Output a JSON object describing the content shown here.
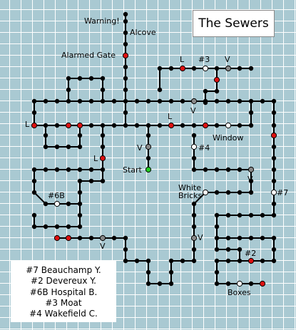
{
  "title": "The Sewers",
  "colors": {
    "node": "#000000",
    "red": "#dd1111",
    "gray": "#888888",
    "green": "#22cc22",
    "white": "#ffffff",
    "grid": "#a9c9d2"
  },
  "labels": {
    "warning": "Warning!",
    "alcove": "Alcove",
    "alarmed_gate": "Alarmed Gate",
    "l_top": "L",
    "n3": "#3",
    "v_top": "V",
    "l_left": "L",
    "v_mid": "V",
    "l_center": "L",
    "window": "Window",
    "v_start": "V",
    "n4": "#4",
    "l_lower": "L",
    "start": "Start",
    "v_right": "V",
    "white_bricks_1": "White",
    "white_bricks_2": "Bricks",
    "n7": "#7",
    "n6b": "#6B",
    "v_left": "V",
    "v_lower": "V",
    "n2": "#2",
    "boxes": "Boxes"
  },
  "legend": [
    "#7 Beauchamp Y.",
    "#2 Devereux Y.",
    "#6B Hospital B.",
    "#3 Moat",
    "#4 Wakefield C."
  ]
}
